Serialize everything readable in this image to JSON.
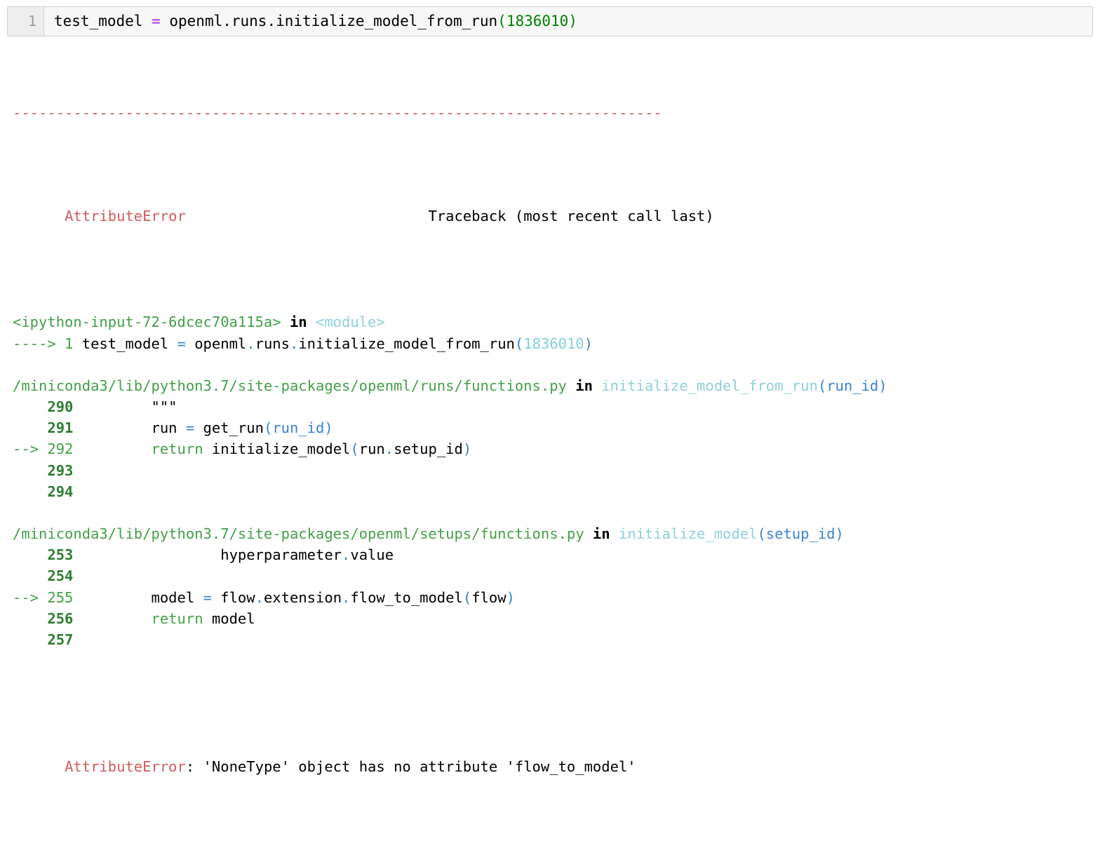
{
  "notebook": {
    "input_cell": {
      "prompt_number": "1",
      "tokens": [
        {
          "t": "test_model ",
          "c": "c-black"
        },
        {
          "t": "=",
          "c": "c-purple"
        },
        {
          "t": " openml.runs.initialize_model_from_run",
          "c": "c-black"
        },
        {
          "t": "(1836010)",
          "c": "c-num-green"
        }
      ],
      "plain": "test_model = openml.runs.initialize_model_from_run(1836010)"
    }
  },
  "traceback": {
    "separator": "---------------------------------------------------------------------------",
    "exception_name": "AttributeError",
    "header_right": "Traceback (most recent call last)",
    "final_message": ": 'NoneType' object has no attribute 'flow_to_model'",
    "lines": [
      {
        "id": "frame-0-location",
        "tokens": [
          {
            "t": "<ipython-input-72-6dcec70a115a>",
            "c": "c-green"
          },
          {
            "t": " in ",
            "c": "c-black-b"
          },
          {
            "t": "<module>",
            "c": "c-cyan"
          }
        ]
      },
      {
        "id": "frame-0-source-1",
        "tokens": [
          {
            "t": "----> 1 ",
            "c": "c-green"
          },
          {
            "t": "test_model ",
            "c": "c-black"
          },
          {
            "t": "=",
            "c": "c-blue"
          },
          {
            "t": " openml",
            "c": "c-black"
          },
          {
            "t": ".",
            "c": "c-blue"
          },
          {
            "t": "runs",
            "c": "c-black"
          },
          {
            "t": ".",
            "c": "c-blue"
          },
          {
            "t": "initialize_model_from_run",
            "c": "c-black"
          },
          {
            "t": "(",
            "c": "c-blue"
          },
          {
            "t": "1836010",
            "c": "c-cyan-d"
          },
          {
            "t": ")",
            "c": "c-blue"
          }
        ]
      },
      {
        "id": "blank-1",
        "blank": true
      },
      {
        "id": "frame-1-location",
        "tokens": [
          {
            "t": "/miniconda3/lib/python3.7/site-packages/openml/runs/functions.py",
            "c": "c-green"
          },
          {
            "t": " in ",
            "c": "c-black-b"
          },
          {
            "t": "initialize_model_from_run",
            "c": "c-cyan"
          },
          {
            "t": "(",
            "c": "c-blue"
          },
          {
            "t": "run_id",
            "c": "c-blue"
          },
          {
            "t": ")",
            "c": "c-blue"
          }
        ]
      },
      {
        "id": "frame-1-source-290",
        "tokens": [
          {
            "t": "    290",
            "c": "c-green-b"
          },
          {
            "t": "         \"\"\"",
            "c": "c-black"
          }
        ]
      },
      {
        "id": "frame-1-source-291",
        "tokens": [
          {
            "t": "    291",
            "c": "c-green-b"
          },
          {
            "t": "         run ",
            "c": "c-black"
          },
          {
            "t": "=",
            "c": "c-blue"
          },
          {
            "t": " get_run",
            "c": "c-black"
          },
          {
            "t": "(",
            "c": "c-blue"
          },
          {
            "t": "run_id",
            "c": "c-blue"
          },
          {
            "t": ")",
            "c": "c-blue"
          }
        ]
      },
      {
        "id": "frame-1-source-292",
        "tokens": [
          {
            "t": "--> 292",
            "c": "c-green"
          },
          {
            "t": "         ",
            "c": "c-black"
          },
          {
            "t": "return",
            "c": "c-green"
          },
          {
            "t": " initialize_model",
            "c": "c-black"
          },
          {
            "t": "(",
            "c": "c-blue"
          },
          {
            "t": "run",
            "c": "c-black"
          },
          {
            "t": ".",
            "c": "c-blue"
          },
          {
            "t": "setup_id",
            "c": "c-black"
          },
          {
            "t": ")",
            "c": "c-blue"
          }
        ]
      },
      {
        "id": "frame-1-source-293",
        "tokens": [
          {
            "t": "    293",
            "c": "c-green-b"
          }
        ]
      },
      {
        "id": "frame-1-source-294",
        "tokens": [
          {
            "t": "    294",
            "c": "c-green-b"
          }
        ]
      },
      {
        "id": "blank-2",
        "blank": true
      },
      {
        "id": "frame-2-location",
        "tokens": [
          {
            "t": "/miniconda3/lib/python3.7/site-packages/openml/setups/functions.py",
            "c": "c-green"
          },
          {
            "t": " in ",
            "c": "c-black-b"
          },
          {
            "t": "initialize_model",
            "c": "c-cyan"
          },
          {
            "t": "(",
            "c": "c-blue"
          },
          {
            "t": "setup_id",
            "c": "c-blue"
          },
          {
            "t": ")",
            "c": "c-blue"
          }
        ]
      },
      {
        "id": "frame-2-source-253",
        "tokens": [
          {
            "t": "    253",
            "c": "c-green-b"
          },
          {
            "t": "                 hyperparameter",
            "c": "c-black"
          },
          {
            "t": ".",
            "c": "c-blue"
          },
          {
            "t": "value",
            "c": "c-black"
          }
        ]
      },
      {
        "id": "frame-2-source-254",
        "tokens": [
          {
            "t": "    254",
            "c": "c-green-b"
          }
        ]
      },
      {
        "id": "frame-2-source-255",
        "tokens": [
          {
            "t": "--> 255",
            "c": "c-green"
          },
          {
            "t": "         model ",
            "c": "c-black"
          },
          {
            "t": "=",
            "c": "c-blue"
          },
          {
            "t": " flow",
            "c": "c-black"
          },
          {
            "t": ".",
            "c": "c-blue"
          },
          {
            "t": "extension",
            "c": "c-black"
          },
          {
            "t": ".",
            "c": "c-blue"
          },
          {
            "t": "flow_to_model",
            "c": "c-black"
          },
          {
            "t": "(",
            "c": "c-blue"
          },
          {
            "t": "flow",
            "c": "c-black"
          },
          {
            "t": ")",
            "c": "c-blue"
          }
        ]
      },
      {
        "id": "frame-2-source-256",
        "tokens": [
          {
            "t": "    256",
            "c": "c-green-b"
          },
          {
            "t": "         ",
            "c": "c-black"
          },
          {
            "t": "return",
            "c": "c-green"
          },
          {
            "t": " model",
            "c": "c-black"
          }
        ]
      },
      {
        "id": "frame-2-source-257",
        "tokens": [
          {
            "t": "    257",
            "c": "c-green-b"
          }
        ]
      },
      {
        "id": "blank-3",
        "blank": true
      }
    ]
  },
  "colors": {
    "error_red": "#d05c5c",
    "path_green": "#43a047",
    "lineno_green": "#2e7d32",
    "operator_blue": "#3b82d6",
    "func_cyan": "#8fd0dd",
    "input_operator_purple": "#aa22ff",
    "input_number_green": "#008000",
    "cell_background": "#f7f7f7",
    "gutter_background": "#eeeeee",
    "cell_border": "#cfcfcf"
  }
}
